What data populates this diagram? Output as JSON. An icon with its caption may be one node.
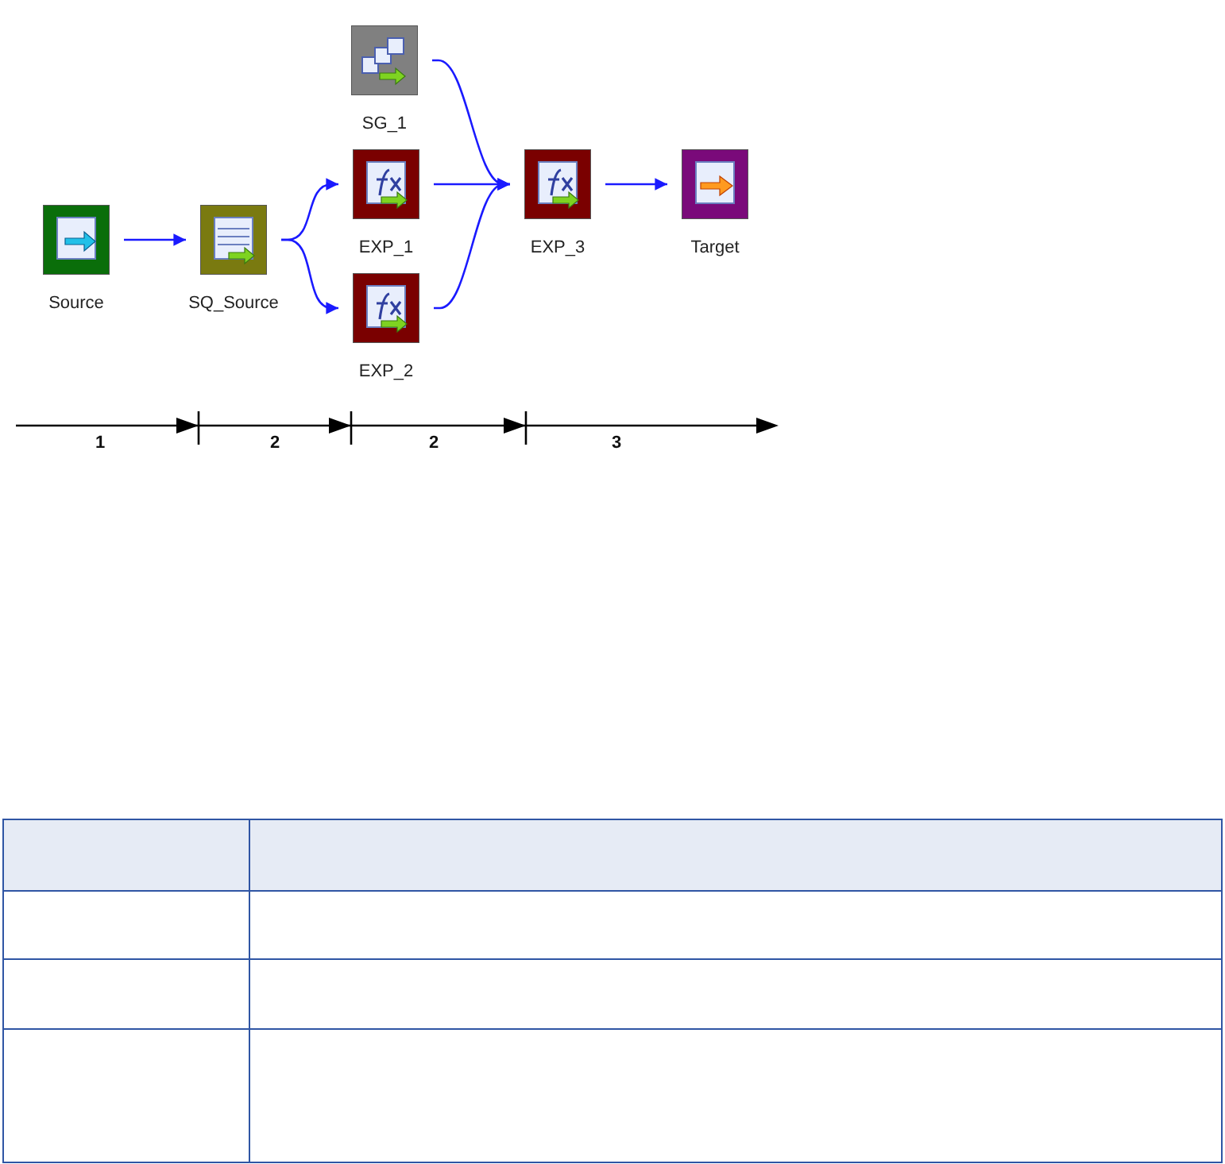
{
  "diagram": {
    "nodes": [
      {
        "text": [
          "Source"
        ]
      },
      {
        "text": [
          "SQ_Source"
        ]
      },
      {
        "text": [
          "SG_1"
        ]
      },
      {
        "text": [
          "EXP_1"
        ]
      },
      {
        "text": [
          "EXP_2"
        ]
      },
      {
        "text": [
          "EXP_3"
        ]
      },
      {
        "text": [
          "Target"
        ]
      }
    ],
    "edges": [
      {
        "from": 0,
        "to": 1,
        "arrow": "to"
      },
      {
        "from": 1,
        "to": 3,
        "arrow": "to"
      },
      {
        "from": 1,
        "to": 4,
        "arrow": "to"
      },
      {
        "from": 2,
        "to": 5,
        "arrow": "to"
      },
      {
        "from": 3,
        "to": 5,
        "arrow": "to"
      },
      {
        "from": 4,
        "to": 5,
        "arrow": "to"
      },
      {
        "from": 5,
        "to": 6,
        "arrow": "to"
      }
    ],
    "labels": [
      "1",
      "2",
      "2",
      "3"
    ]
  }
}
